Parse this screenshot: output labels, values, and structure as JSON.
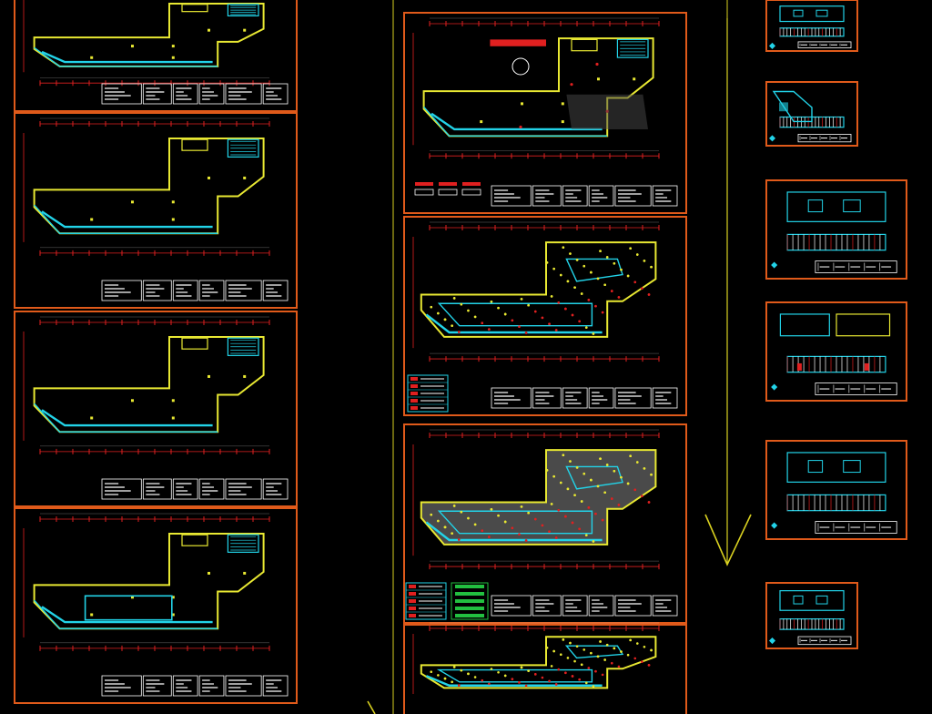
{
  "viewport": {
    "name": "cad-model-space",
    "background": "#000000"
  },
  "colors": {
    "frame": "#e05a1a",
    "wall_yellow": "#e8e832",
    "wall_cyan": "#22d3e8",
    "dimension_red": "#e02020",
    "text_white": "#ffffff",
    "fill_gray": "#4a4a4a",
    "fill_green": "#22c040",
    "guide_yellow": "#d8d020"
  },
  "icons": {
    "down_arrow": "guide-down-arrow-icon",
    "title_block": "title-block"
  },
  "watermark": {
    "kind": "logo-stamp",
    "repeated": true
  },
  "sheets": {
    "left_column": [
      {
        "id": "left-1",
        "kind": "floor-plan-walls"
      },
      {
        "id": "left-2",
        "kind": "floor-plan-walls"
      },
      {
        "id": "left-3",
        "kind": "floor-plan-walls"
      },
      {
        "id": "left-4",
        "kind": "floor-plan-furniture"
      }
    ],
    "middle_column": [
      {
        "id": "mid-1",
        "kind": "floor-plan-detailed"
      },
      {
        "id": "mid-2",
        "kind": "ceiling-plan-lights"
      },
      {
        "id": "mid-3",
        "kind": "ceiling-plan-fill"
      },
      {
        "id": "mid-4",
        "kind": "ceiling-plan-partial"
      }
    ],
    "right_column": [
      {
        "id": "right-1",
        "kind": "elevation-small"
      },
      {
        "id": "right-2",
        "kind": "section-detail"
      },
      {
        "id": "right-3",
        "kind": "elevation"
      },
      {
        "id": "right-4",
        "kind": "elevation-multi"
      },
      {
        "id": "right-5",
        "kind": "elevation"
      },
      {
        "id": "right-6",
        "kind": "elevation-small"
      }
    ]
  }
}
